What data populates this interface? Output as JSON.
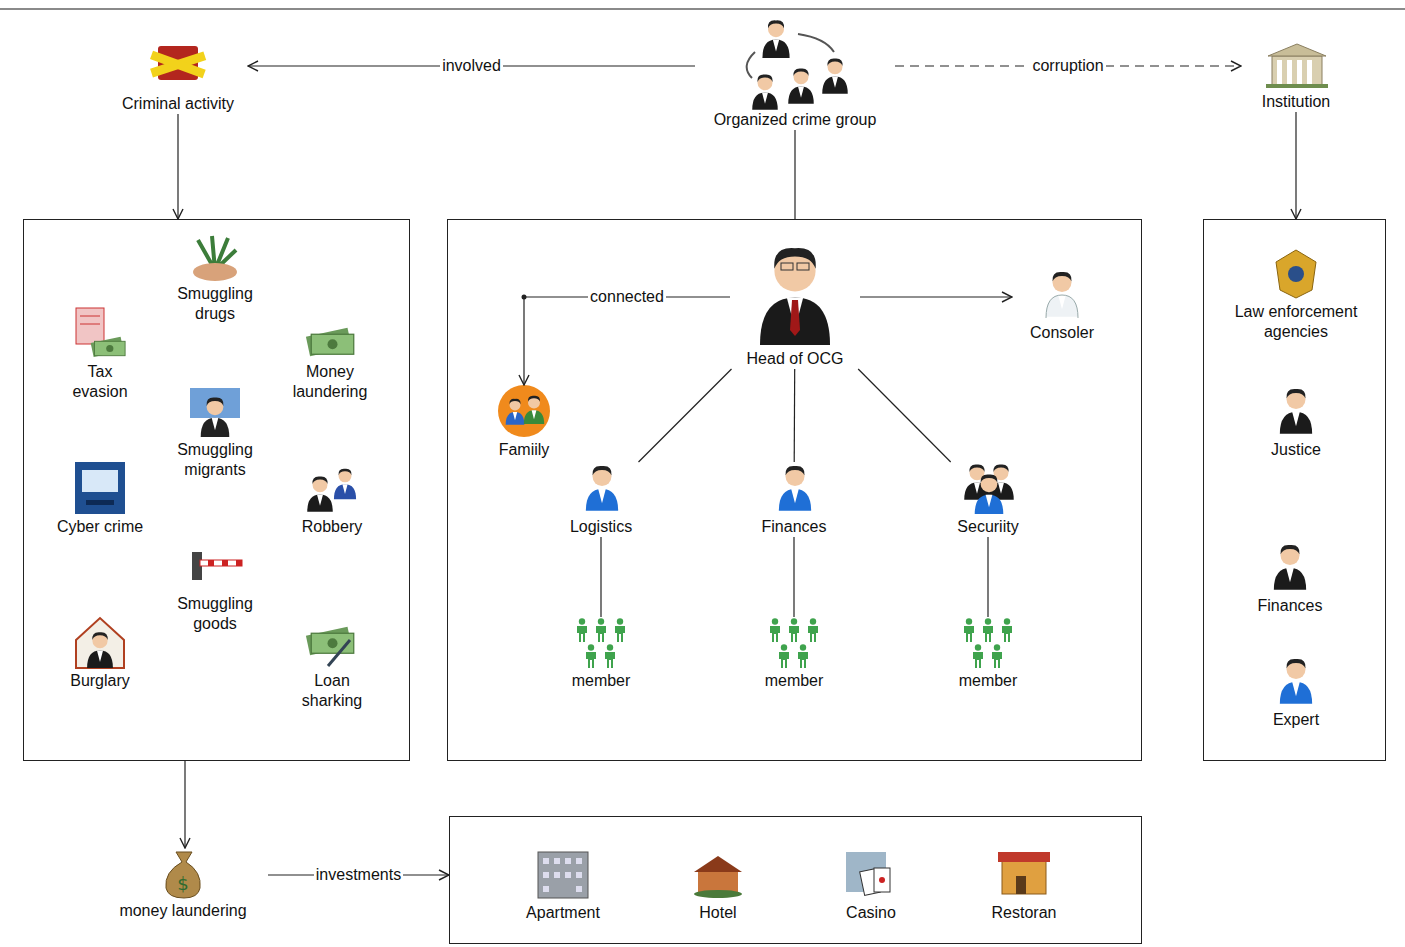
{
  "diagram": {
    "nodes": [
      {
        "text": [
          "Criminal activity"
        ]
      },
      {
        "text": [
          "Organized crime group"
        ]
      },
      {
        "text": [
          "Institution"
        ]
      },
      {
        "text": []
      },
      {
        "text": [
          "Smuggling drugs"
        ],
        "in": 3
      },
      {
        "text": [
          "Tax evasion"
        ],
        "in": 3
      },
      {
        "text": [
          "Money laundering"
        ],
        "in": 3
      },
      {
        "text": [
          "Smuggling migrants"
        ],
        "in": 3
      },
      {
        "text": [
          "Cyber crime"
        ],
        "in": 3
      },
      {
        "text": [
          "Robbery"
        ],
        "in": 3
      },
      {
        "text": [
          "Smuggling goods"
        ],
        "in": 3
      },
      {
        "text": [
          "Burglary"
        ],
        "in": 3
      },
      {
        "text": [
          "Loan sharking"
        ],
        "in": 3
      },
      {
        "text": []
      },
      {
        "text": [
          "Head of OCG"
        ],
        "in": 13
      },
      {
        "text": [
          "Famiily"
        ],
        "in": 13
      },
      {
        "text": [
          "Consoler"
        ],
        "in": 13
      },
      {
        "text": [
          "Logistics"
        ],
        "in": 13
      },
      {
        "text": [
          "Finances"
        ],
        "in": 13
      },
      {
        "text": [
          "Securiity"
        ],
        "in": 13
      },
      {
        "text": [
          "member"
        ],
        "in": 13
      },
      {
        "text": [
          "member"
        ],
        "in": 13
      },
      {
        "text": [
          "member"
        ],
        "in": 13
      },
      {
        "text": []
      },
      {
        "text": [
          "Law enforcement agencies"
        ],
        "in": 23
      },
      {
        "text": [
          "Justice"
        ],
        "in": 23
      },
      {
        "text": [
          "Finances"
        ],
        "in": 23
      },
      {
        "text": [
          "Expert"
        ],
        "in": 23
      },
      {
        "text": [
          "money laundering"
        ]
      },
      {
        "text": []
      },
      {
        "text": [
          "Apartment"
        ],
        "in": 29
      },
      {
        "text": [
          "Hotel"
        ],
        "in": 29
      },
      {
        "text": [
          "Casino"
        ],
        "in": 29
      },
      {
        "text": [
          "Restoran"
        ],
        "in": 29
      }
    ],
    "edges": [
      {
        "from": 1,
        "to": 0,
        "arrow": "to",
        "label": "involved"
      },
      {
        "from": 1,
        "to": 2,
        "arrow": "to",
        "label": "corruption"
      },
      {
        "from": 1,
        "to": 13,
        "arrow": "none"
      },
      {
        "from": 0,
        "to": 3,
        "arrow": "to"
      },
      {
        "from": 2,
        "to": 23,
        "arrow": "to"
      },
      {
        "from": 14,
        "to": 15,
        "arrow": "to",
        "label": "connected"
      },
      {
        "from": 14,
        "to": 16,
        "arrow": "to"
      },
      {
        "from": 14,
        "to": 17,
        "arrow": "none"
      },
      {
        "from": 14,
        "to": 18,
        "arrow": "none"
      },
      {
        "from": 14,
        "to": 19,
        "arrow": "none"
      },
      {
        "from": 17,
        "to": 20,
        "arrow": "none"
      },
      {
        "from": 18,
        "to": 21,
        "arrow": "none"
      },
      {
        "from": 19,
        "to": 22,
        "arrow": "none"
      },
      {
        "from": 3,
        "to": 28,
        "arrow": "to"
      },
      {
        "from": 28,
        "to": 29,
        "arrow": "to",
        "label": "investments"
      }
    ]
  }
}
